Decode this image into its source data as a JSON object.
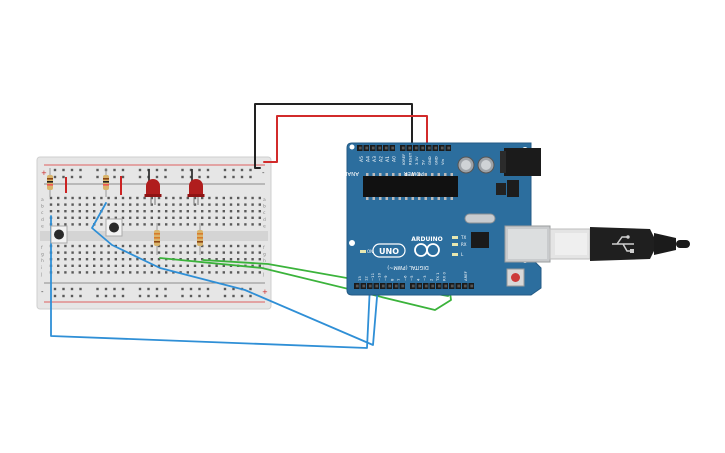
{
  "board": {
    "label_analog_in": "ANALOG IN",
    "label_power": "POWER",
    "label_uno": "UNO",
    "label_arduino": "ARDUINO",
    "label_digital": "DIGITAL (PWM~)",
    "label_ioref": "IOREF",
    "label_reset": "RESET",
    "label_3v3": "3.3V",
    "label_5v": "5V",
    "label_gnd": "GND",
    "label_vin": "Vin",
    "label_aref": "AREF",
    "label_tx": "TX",
    "label_rx": "RX",
    "label_l": "L",
    "label_on": "ON",
    "analog_pins": [
      "A0",
      "A1",
      "A2",
      "A3",
      "A4",
      "A5"
    ],
    "digital_pins": [
      "13",
      "12",
      "~11",
      "~10",
      "~9",
      "8",
      "7",
      "~6",
      "~5",
      "4",
      "~3",
      "2",
      "TX 1",
      "RX 0"
    ]
  },
  "breadboard": {
    "row_letters": [
      "a",
      "b",
      "c",
      "d",
      "e",
      "f",
      "g",
      "h",
      "i",
      "j"
    ],
    "plus_label": "+",
    "minus_label": "-"
  },
  "colors": {
    "board": "#2c6e9e",
    "breadboard": "#e8e8e8",
    "wire_black": "#222222",
    "wire_red": "#d22b2b",
    "wire_green": "#3bb33b",
    "wire_blue": "#2f8fd6",
    "led_red": "#b01d1d"
  }
}
